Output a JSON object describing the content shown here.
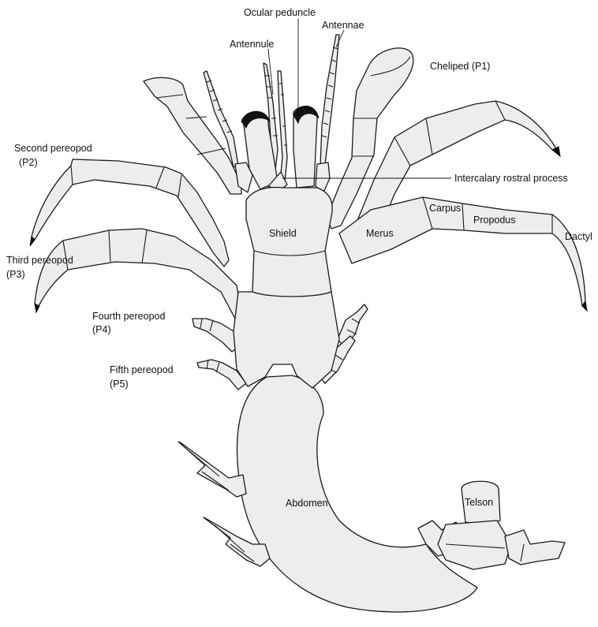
{
  "labels": {
    "ocular_peduncle": "Ocular peduncle",
    "antennule": "Antennule",
    "antennae": "Antennae",
    "cheliped": "Cheliped (P1)",
    "second_pereopod_line1": "Second pereopod",
    "second_pereopod_line2": "(P2)",
    "intercalary": "Intercalary rostral process",
    "carpus": "Carpus",
    "propodus": "Propodus",
    "dactyl": "Dactyl",
    "shield": "Shield",
    "merus": "Merus",
    "third_pereopod_line1": "Third pereopod",
    "third_pereopod_line2": "(P3)",
    "fourth_pereopod_line1": "Fourth pereopod",
    "fourth_pereopod_line2": "(P4)",
    "fifth_pereopod_line1": "Fifth pereopod",
    "fifth_pereopod_line2": "(P5)",
    "abdomen": "Abdomen",
    "telson": "Telson"
  },
  "colors": {
    "body_fill": "#ededed",
    "outline": "#1a1a1a",
    "eye": "#111111"
  }
}
